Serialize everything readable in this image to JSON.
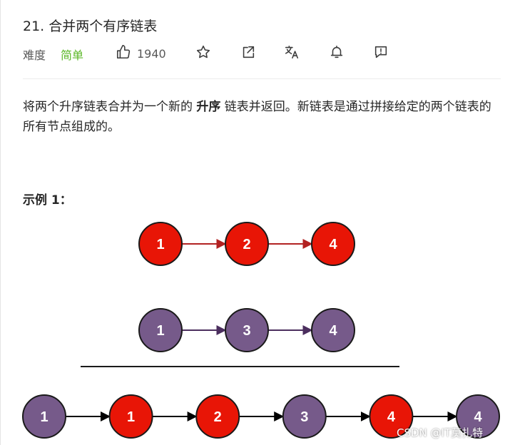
{
  "problem": {
    "title": "21. 合并两个有序链表",
    "difficulty_label": "难度",
    "difficulty_value": "简单",
    "likes": "1940"
  },
  "description": {
    "part1": "将两个升序链表合并为一个新的 ",
    "bold": "升序",
    "part2": " 链表并返回。新链表是通过拼接给定的两个链表的所有节点组成的。"
  },
  "example": {
    "title": "示例 1："
  },
  "diagram": {
    "colors": {
      "red": "#e81506",
      "purple": "#765a8a",
      "edge_red": "#b22222",
      "edge_purple": "#4b2e5e",
      "edge_black": "#000000"
    },
    "list1": [
      {
        "label": "1",
        "color": "red"
      },
      {
        "label": "2",
        "color": "red"
      },
      {
        "label": "4",
        "color": "red"
      }
    ],
    "list2": [
      {
        "label": "1",
        "color": "purple"
      },
      {
        "label": "3",
        "color": "purple"
      },
      {
        "label": "4",
        "color": "purple"
      }
    ],
    "merged": [
      {
        "label": "1",
        "color": "purple"
      },
      {
        "label": "1",
        "color": "red"
      },
      {
        "label": "2",
        "color": "red"
      },
      {
        "label": "3",
        "color": "purple"
      },
      {
        "label": "4",
        "color": "red"
      },
      {
        "label": "4",
        "color": "purple"
      }
    ]
  },
  "watermark": "CSDN @IT莫扎特",
  "icons": [
    "thumbs-up-icon",
    "star-icon",
    "share-icon",
    "translate-icon",
    "bell-icon",
    "feedback-icon"
  ]
}
